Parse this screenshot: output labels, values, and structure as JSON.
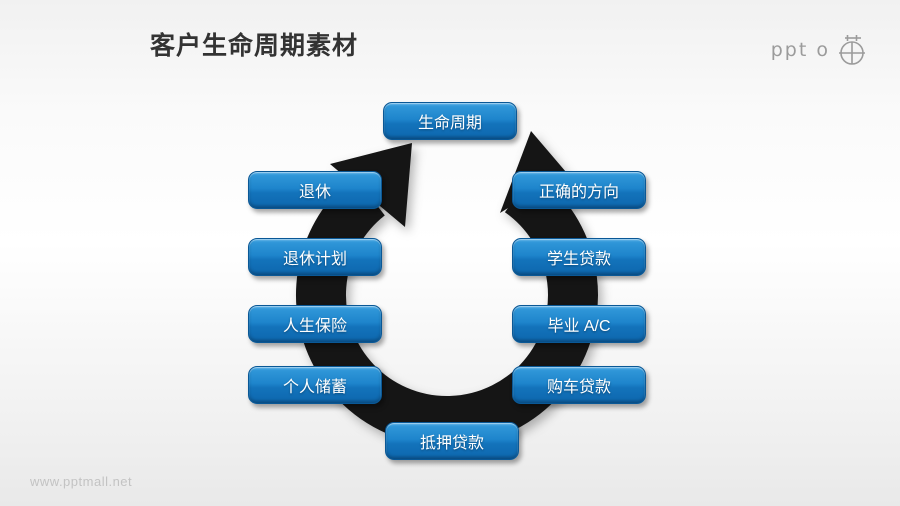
{
  "header": {
    "title": "客户生命周期素材"
  },
  "logo": {
    "text": "ppt o",
    "icon": "globe-crosshair-icon"
  },
  "watermark": {
    "url": "www.pptmall.net"
  },
  "diagram": {
    "type": "cycle",
    "arrow_color": "#151515",
    "node_color_top": "#45a4e0",
    "node_color_bottom": "#0e68ae",
    "node_text_color": "#ffffff",
    "flow": "clockwise",
    "nodes": [
      {
        "id": "lifecycle",
        "label": "生命周期",
        "position": "top"
      },
      {
        "id": "retirement",
        "label": "退休",
        "position": "left-1"
      },
      {
        "id": "retirement-plan",
        "label": "退休计划",
        "position": "left-2"
      },
      {
        "id": "life-insurance",
        "label": "人生保险",
        "position": "left-3"
      },
      {
        "id": "personal-savings",
        "label": "个人储蓄",
        "position": "left-4"
      },
      {
        "id": "right-direction",
        "label": "正确的方向",
        "position": "right-1"
      },
      {
        "id": "student-loan",
        "label": "学生贷款",
        "position": "right-2"
      },
      {
        "id": "graduation-ac",
        "label": "毕业 A/C",
        "position": "right-3"
      },
      {
        "id": "car-loan",
        "label": "购车贷款",
        "position": "right-4"
      },
      {
        "id": "mortgage-loan",
        "label": "抵押贷款",
        "position": "bottom"
      }
    ]
  }
}
